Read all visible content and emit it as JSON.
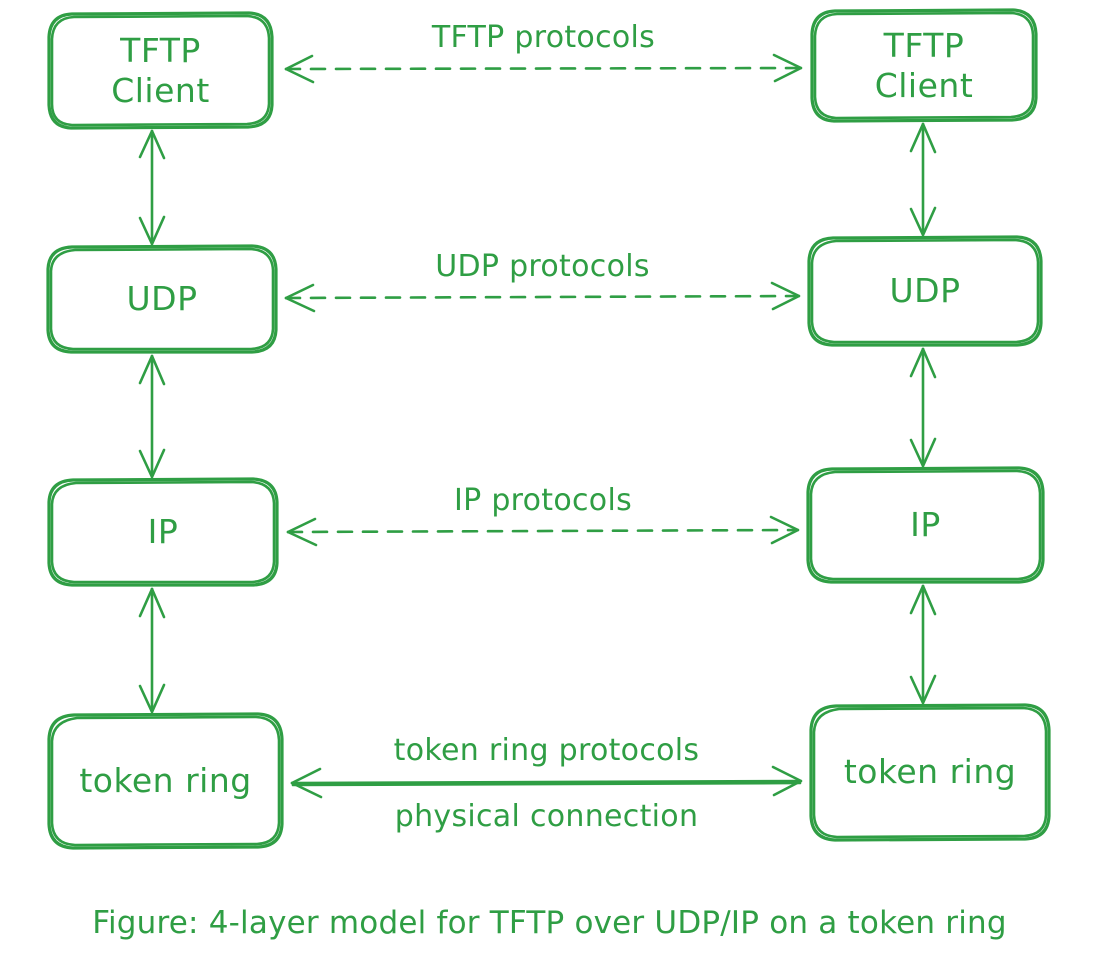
{
  "figure": {
    "caption": "Figure: 4-layer model for TFTP over UDP/IP on a token ring",
    "stroke_color": "#2f9e44",
    "background_color": "#ffffff",
    "style": "hand-drawn-sketch"
  },
  "left_stack": {
    "title": "left host stack",
    "layers": [
      {
        "id": "left-tftp-client",
        "label": "TFTP\nClient"
      },
      {
        "id": "left-udp",
        "label": "UDP"
      },
      {
        "id": "left-ip",
        "label": "IP"
      },
      {
        "id": "left-token-ring",
        "label": "token ring"
      }
    ]
  },
  "right_stack": {
    "title": "right host stack",
    "layers": [
      {
        "id": "right-tftp-client",
        "label": "TFTP\nClient"
      },
      {
        "id": "right-udp",
        "label": "UDP"
      },
      {
        "id": "right-ip",
        "label": "IP"
      },
      {
        "id": "right-token-ring",
        "label": "token ring"
      }
    ]
  },
  "horizontal_links": [
    {
      "id": "tftp-protocols",
      "label": "TFTP protocols",
      "line": "dashed",
      "arrows": "both"
    },
    {
      "id": "udp-protocols",
      "label": "UDP protocols",
      "line": "dashed",
      "arrows": "both"
    },
    {
      "id": "ip-protocols",
      "label": "IP protocols",
      "line": "dashed",
      "arrows": "both"
    },
    {
      "id": "token-ring-protocols",
      "label": "token ring protocols",
      "line": "solid",
      "arrows": "both"
    }
  ],
  "bottom_link_sublabel": {
    "id": "physical-connection",
    "label": "physical connection"
  },
  "vertical_links": [
    {
      "id": "left-tftp-udp",
      "arrows": "both",
      "line": "solid"
    },
    {
      "id": "left-udp-ip",
      "arrows": "both",
      "line": "solid"
    },
    {
      "id": "left-ip-tokenring",
      "arrows": "both",
      "line": "solid"
    },
    {
      "id": "right-tftp-udp",
      "arrows": "both",
      "line": "solid"
    },
    {
      "id": "right-udp-ip",
      "arrows": "both",
      "line": "solid"
    },
    {
      "id": "right-ip-tokenring",
      "arrows": "both",
      "line": "solid"
    }
  ]
}
